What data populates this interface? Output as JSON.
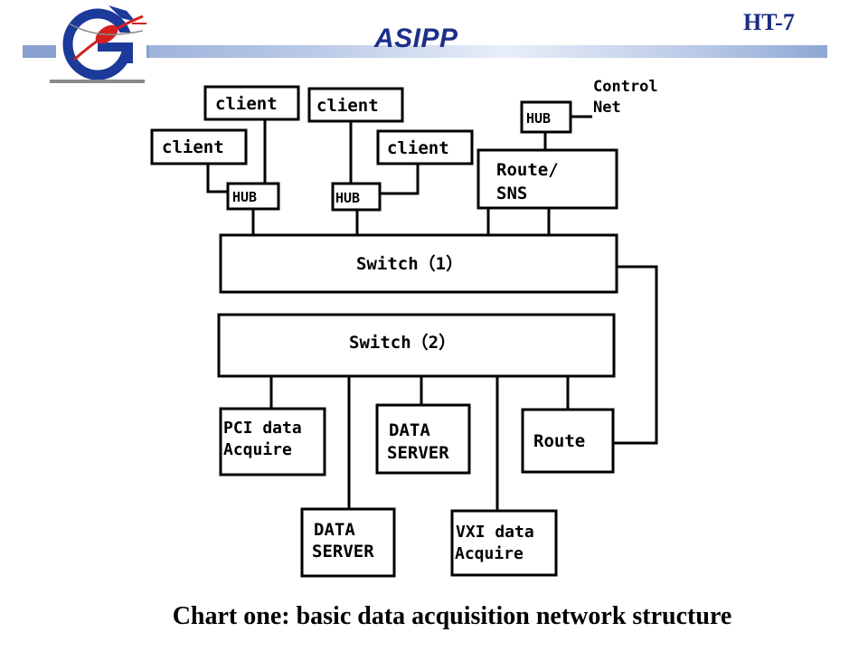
{
  "header": {
    "org_name": "ASIPP",
    "project_code": "HT-7",
    "logo_icon": "asipp-logo-icon",
    "accent_color": "#1c2f8a",
    "bar_color": "#8aa3d3"
  },
  "diagram": {
    "client_label": "client",
    "hub_label": "HUB",
    "control_net_label_1": "Control",
    "control_net_label_2": "Net",
    "route_sns_label_1": "Route/",
    "route_sns_label_2": "SNS",
    "switch1_label": "Switch（1）",
    "switch2_label": "Switch（2）",
    "pci_label_1": "PCI data",
    "pci_label_2": "Acquire",
    "data_server_label_1": "DATA",
    "data_server_label_2": "SERVER",
    "route_label": "Route",
    "vxi_label_1": "VXI data",
    "vxi_label_2": "Acquire"
  },
  "caption": "Chart one:  basic data acquisition network structure"
}
